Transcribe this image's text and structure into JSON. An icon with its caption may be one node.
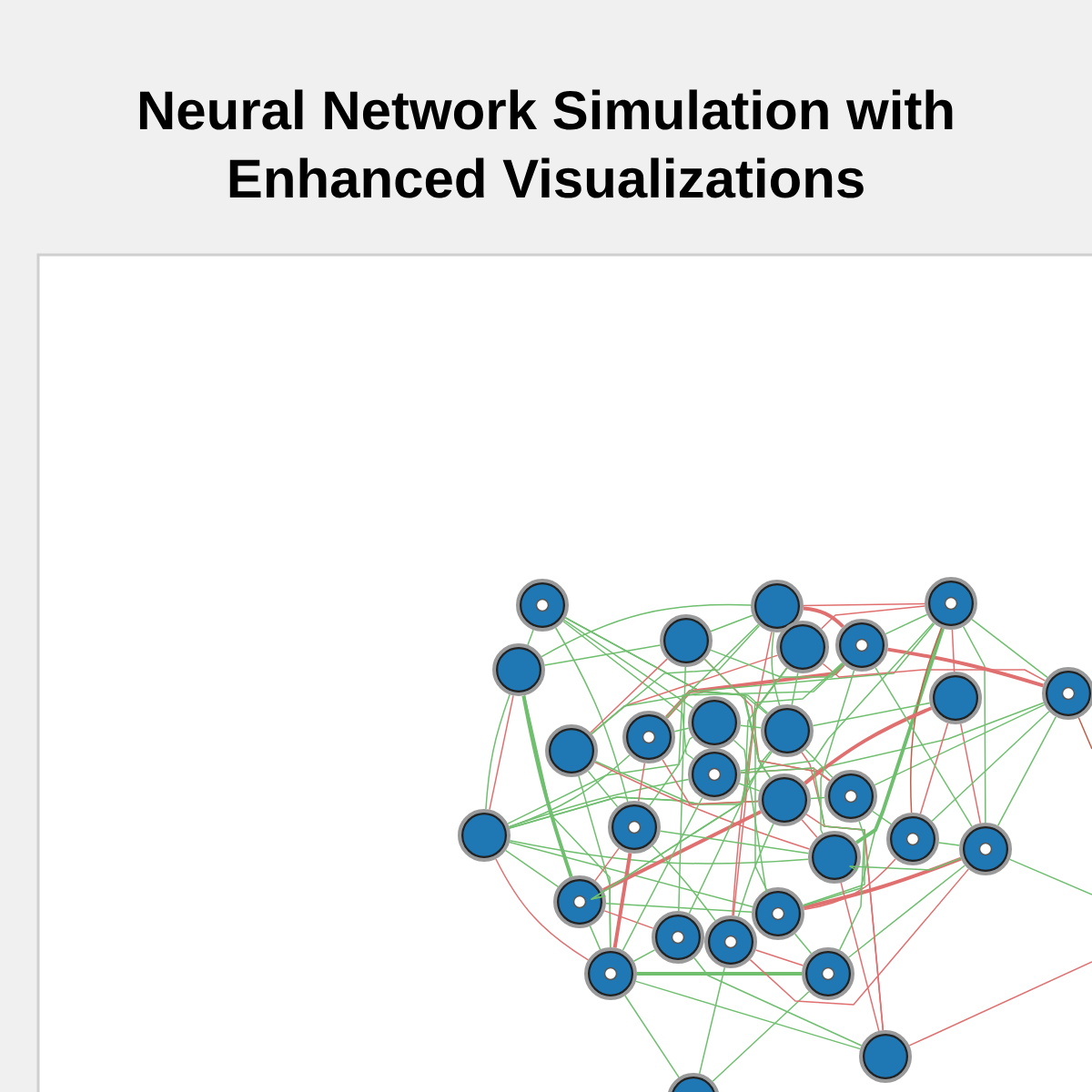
{
  "diagram": {
    "title": "Neural Network Simulation with Enhanced Visualizations",
    "nodes": [
      {
        "text": [],
        "shape": "circle"
      },
      {
        "text": [],
        "shape": "circle"
      },
      {
        "text": [],
        "shape": "circle"
      },
      {
        "text": [],
        "shape": "circle"
      },
      {
        "text": [],
        "shape": "circle"
      },
      {
        "text": [],
        "shape": "circle"
      },
      {
        "text": [],
        "shape": "circle"
      },
      {
        "text": [],
        "shape": "circle"
      },
      {
        "text": [],
        "shape": "circle"
      },
      {
        "text": [],
        "shape": "circle"
      },
      {
        "text": [],
        "shape": "circle"
      },
      {
        "text": [],
        "shape": "circle"
      },
      {
        "text": [],
        "shape": "circle"
      },
      {
        "text": [],
        "shape": "circle"
      },
      {
        "text": [],
        "shape": "circle"
      },
      {
        "text": [],
        "shape": "circle"
      },
      {
        "text": [],
        "shape": "circle"
      },
      {
        "text": [],
        "shape": "circle"
      },
      {
        "text": [],
        "shape": "circle"
      },
      {
        "text": [],
        "shape": "circle"
      },
      {
        "text": [],
        "shape": "circle"
      },
      {
        "text": [],
        "shape": "circle"
      },
      {
        "text": [],
        "shape": "circle"
      },
      {
        "text": [],
        "shape": "circle"
      },
      {
        "text": [],
        "shape": "circle"
      },
      {
        "text": [],
        "shape": "circle"
      },
      {
        "text": [],
        "shape": "circle"
      },
      {
        "text": [],
        "shape": "circle"
      },
      {
        "text": [],
        "shape": "circle"
      }
    ],
    "edges": [
      {
        "from": 0,
        "to": 3,
        "arrow": "none"
      },
      {
        "from": 0,
        "to": 17,
        "arrow": "none"
      },
      {
        "from": 0,
        "to": 11,
        "arrow": "none"
      },
      {
        "from": 0,
        "to": 12,
        "arrow": "none"
      },
      {
        "from": 0,
        "to": 13,
        "arrow": "none"
      },
      {
        "from": 0,
        "to": 14,
        "arrow": "none"
      },
      {
        "from": 0,
        "to": 15,
        "arrow": "none"
      },
      {
        "from": 3,
        "to": 4,
        "arrow": "none"
      },
      {
        "from": 3,
        "to": 16,
        "arrow": "none",
        "color": "#e07070"
      },
      {
        "from": 16,
        "to": 3,
        "arrow": "none"
      },
      {
        "from": 3,
        "to": 21,
        "arrow": "none",
        "style": "thick"
      },
      {
        "from": 3,
        "to": 25,
        "arrow": "none"
      },
      {
        "from": 16,
        "to": 10,
        "arrow": "none"
      },
      {
        "from": 16,
        "to": 11,
        "arrow": "none"
      },
      {
        "from": 16,
        "to": 13,
        "arrow": "none"
      },
      {
        "from": 16,
        "to": 12,
        "arrow": "none"
      },
      {
        "from": 16,
        "to": 14,
        "arrow": "none"
      },
      {
        "from": 16,
        "to": 21,
        "arrow": "none"
      },
      {
        "from": 16,
        "to": 22,
        "arrow": "none"
      },
      {
        "from": 16,
        "to": 25,
        "arrow": "none",
        "color": "#e07070"
      },
      {
        "from": 16,
        "to": 20,
        "arrow": "none"
      },
      {
        "from": 9,
        "to": 4,
        "arrow": "none",
        "color": "#e07070"
      },
      {
        "from": 9,
        "to": 5,
        "arrow": "none",
        "color": "#e07070"
      },
      {
        "from": 9,
        "to": 20,
        "arrow": "none",
        "color": "#e07070"
      },
      {
        "from": 9,
        "to": 14,
        "arrow": "none"
      },
      {
        "from": 9,
        "to": 12,
        "arrow": "none"
      },
      {
        "from": 9,
        "to": 25,
        "arrow": "none"
      },
      {
        "from": 9,
        "to": 17,
        "arrow": "none"
      },
      {
        "from": 9,
        "to": 1,
        "arrow": "none"
      },
      {
        "from": 10,
        "to": 17,
        "arrow": "none",
        "color": "#e07070"
      },
      {
        "from": 10,
        "to": 14,
        "arrow": "none",
        "color": "#e07070"
      },
      {
        "from": 10,
        "to": 11,
        "arrow": "none"
      },
      {
        "from": 10,
        "to": 6,
        "arrow": "none",
        "style": "thick",
        "color": "#e07070"
      },
      {
        "from": 10,
        "to": 2,
        "arrow": "none"
      },
      {
        "from": 21,
        "to": 17,
        "arrow": "none",
        "color": "#e07070"
      },
      {
        "from": 21,
        "to": 14,
        "arrow": "none",
        "style": "thick",
        "color": "#e07070"
      },
      {
        "from": 21,
        "to": 23,
        "arrow": "none",
        "color": "#e07070"
      },
      {
        "from": 21,
        "to": 22,
        "arrow": "none"
      },
      {
        "from": 21,
        "to": 25,
        "arrow": "none"
      },
      {
        "from": 25,
        "to": 17,
        "arrow": "none",
        "style": "thick",
        "color": "#e07070"
      },
      {
        "from": 25,
        "to": 26,
        "arrow": "none",
        "style": "thick"
      },
      {
        "from": 25,
        "to": 27,
        "arrow": "none"
      },
      {
        "from": 25,
        "to": 28,
        "arrow": "none"
      },
      {
        "from": 25,
        "to": 23,
        "arrow": "none"
      },
      {
        "from": 25,
        "to": 13,
        "arrow": "none"
      },
      {
        "from": 24,
        "to": 28,
        "arrow": "none"
      },
      {
        "from": 26,
        "to": 28,
        "arrow": "none"
      },
      {
        "from": 23,
        "to": 27,
        "arrow": "none"
      },
      {
        "from": 24,
        "to": 26,
        "arrow": "none",
        "color": "#e07070"
      },
      {
        "from": 26,
        "to": 22,
        "arrow": "none"
      },
      {
        "from": 26,
        "to": 19,
        "arrow": "none"
      },
      {
        "from": 27,
        "to": 14,
        "arrow": "none",
        "color": "#e07070"
      },
      {
        "from": 27,
        "to": 12,
        "arrow": "none",
        "color": "#e07070"
      },
      {
        "from": 27,
        "to": null,
        "arrow": "none",
        "color": "#e07070"
      },
      {
        "from": 19,
        "to": null,
        "arrow": "none"
      },
      {
        "from": 7,
        "to": null,
        "arrow": "none",
        "color": "#c0604a"
      },
      {
        "from": 19,
        "to": 22,
        "arrow": "none",
        "style": "thick",
        "color": "#e07070"
      },
      {
        "from": 19,
        "to": 24,
        "arrow": "none",
        "color": "#e07070"
      },
      {
        "from": 19,
        "to": 18,
        "arrow": "none"
      },
      {
        "from": 19,
        "to": 20,
        "arrow": "none"
      },
      {
        "from": 19,
        "to": 7,
        "arrow": "none"
      },
      {
        "from": 19,
        "to": 2,
        "arrow": "none"
      },
      {
        "from": 8,
        "to": 19,
        "arrow": "none",
        "color": "#e07070"
      },
      {
        "from": 6,
        "to": 7,
        "arrow": "none",
        "style": "thick",
        "color": "#e07070"
      },
      {
        "from": 5,
        "to": 7,
        "arrow": "none",
        "color": "#e07070"
      },
      {
        "from": 2,
        "to": 7,
        "arrow": "none"
      },
      {
        "from": 7,
        "to": 14,
        "arrow": "none"
      },
      {
        "from": 7,
        "to": 18,
        "arrow": "none"
      },
      {
        "from": 7,
        "to": 15,
        "arrow": "none"
      },
      {
        "from": 2,
        "to": 20,
        "arrow": "none",
        "style": "thick"
      },
      {
        "from": 2,
        "to": 22,
        "arrow": "none"
      },
      {
        "from": 2,
        "to": 13,
        "arrow": "none"
      },
      {
        "from": 2,
        "to": 18,
        "arrow": "none",
        "color": "#c0604a"
      },
      {
        "from": 2,
        "to": 8,
        "arrow": "none",
        "color": "#e07070"
      },
      {
        "from": 1,
        "to": 2,
        "arrow": "none",
        "color": "#e07070"
      },
      {
        "from": 2,
        "to": 6,
        "arrow": "none"
      },
      {
        "from": 2,
        "to": 5,
        "arrow": "none",
        "color": "#e07070"
      },
      {
        "from": 8,
        "to": 14,
        "arrow": "none",
        "style": "thick",
        "color": "#e07070"
      },
      {
        "from": 8,
        "to": 18,
        "arrow": "none",
        "color": "#e07070"
      },
      {
        "from": 8,
        "to": 12,
        "arrow": "none"
      },
      {
        "from": 1,
        "to": 6,
        "arrow": "none",
        "style": "thick",
        "color": "#e07070"
      },
      {
        "from": 1,
        "to": 3,
        "arrow": "none"
      },
      {
        "from": 1,
        "to": 10,
        "arrow": "none"
      },
      {
        "from": 1,
        "to": 4,
        "arrow": "none"
      },
      {
        "from": 1,
        "to": 24,
        "arrow": "none",
        "color": "#e07070"
      },
      {
        "from": 1,
        "to": 12,
        "arrow": "none"
      },
      {
        "from": 4,
        "to": 23,
        "arrow": "none"
      },
      {
        "from": 4,
        "to": 15,
        "arrow": "none",
        "color": "#e07070"
      },
      {
        "from": 4,
        "to": 6,
        "arrow": "none"
      },
      {
        "from": 4,
        "to": 14,
        "arrow": "none"
      },
      {
        "from": 5,
        "to": 24,
        "arrow": "none",
        "color": "#e07070"
      },
      {
        "from": 5,
        "to": 12,
        "arrow": "none"
      },
      {
        "from": 5,
        "to": 22,
        "arrow": "none"
      },
      {
        "from": 5,
        "to": 21,
        "arrow": "none"
      },
      {
        "from": 6,
        "to": 17,
        "arrow": "none"
      },
      {
        "from": 6,
        "to": 21,
        "arrow": "none"
      },
      {
        "from": 6,
        "to": 19,
        "arrow": "none"
      },
      {
        "from": 6,
        "to": 20,
        "arrow": "none"
      },
      {
        "from": 11,
        "to": 12,
        "arrow": "none"
      },
      {
        "from": 13,
        "to": 14,
        "arrow": "none"
      },
      {
        "from": 13,
        "to": 15,
        "arrow": "none",
        "color": "#e07070"
      },
      {
        "from": 14,
        "to": 20,
        "arrow": "none",
        "color": "#e07070"
      },
      {
        "from": 14,
        "to": 24,
        "arrow": "none"
      },
      {
        "from": 15,
        "to": 18,
        "arrow": "none"
      },
      {
        "from": 15,
        "to": 22,
        "arrow": "none"
      },
      {
        "from": 17,
        "to": 24,
        "arrow": "none"
      },
      {
        "from": 17,
        "to": 20,
        "arrow": "none"
      },
      {
        "from": 18,
        "to": 22,
        "arrow": "none",
        "color": "#e07070"
      },
      {
        "from": 20,
        "to": 27,
        "arrow": "none",
        "color": "#e07070"
      },
      {
        "from": 11,
        "to": 22,
        "arrow": "none"
      },
      {
        "from": 12,
        "to": 23,
        "arrow": "none"
      },
      {
        "from": 13,
        "to": 26,
        "arrow": "none"
      },
      {
        "from": 12,
        "to": 15,
        "arrow": "none"
      },
      {
        "from": 14,
        "to": 15,
        "arrow": "none"
      }
    ]
  }
}
